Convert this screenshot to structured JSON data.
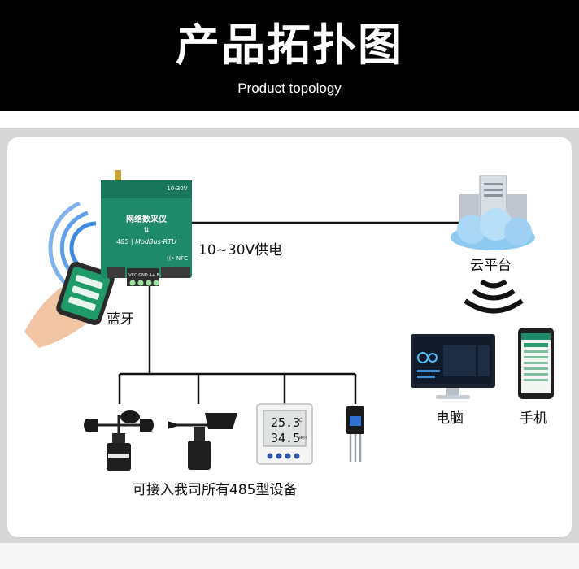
{
  "header": {
    "title": "产品拓扑图",
    "subtitle": "Product topology"
  },
  "device": {
    "name": "网络数采仪",
    "protocol": "485 | ModBus-RTU",
    "voltage_badge": "10-30V",
    "nfc_label": "((• NFC",
    "terminal_label": "VCC GND A+ B-"
  },
  "labels": {
    "power": "10~30V供电",
    "bluetooth": "蓝牙",
    "cloud": "云平台",
    "computer": "电脑",
    "phone": "手机",
    "sensors_caption": "可接入我司所有485型设备"
  },
  "display_readout": {
    "temperature": "25.3",
    "temperature_unit": "℃",
    "humidity": "34.5",
    "humidity_unit": "%RH"
  },
  "colors": {
    "header_bg": "#000000",
    "device_green": "#1f8a6a",
    "wifi_blue": "#2a7de0",
    "cloud_blue": "#8ec9f0",
    "line": "#111111"
  },
  "icons": [
    "cloud-server-icon",
    "wifi-waves-icon",
    "monitor-icon",
    "smartphone-icon",
    "anemometer-icon",
    "wind-vane-icon",
    "temp-humidity-display-icon",
    "soil-probe-icon",
    "bluetooth-waves-icon"
  ]
}
